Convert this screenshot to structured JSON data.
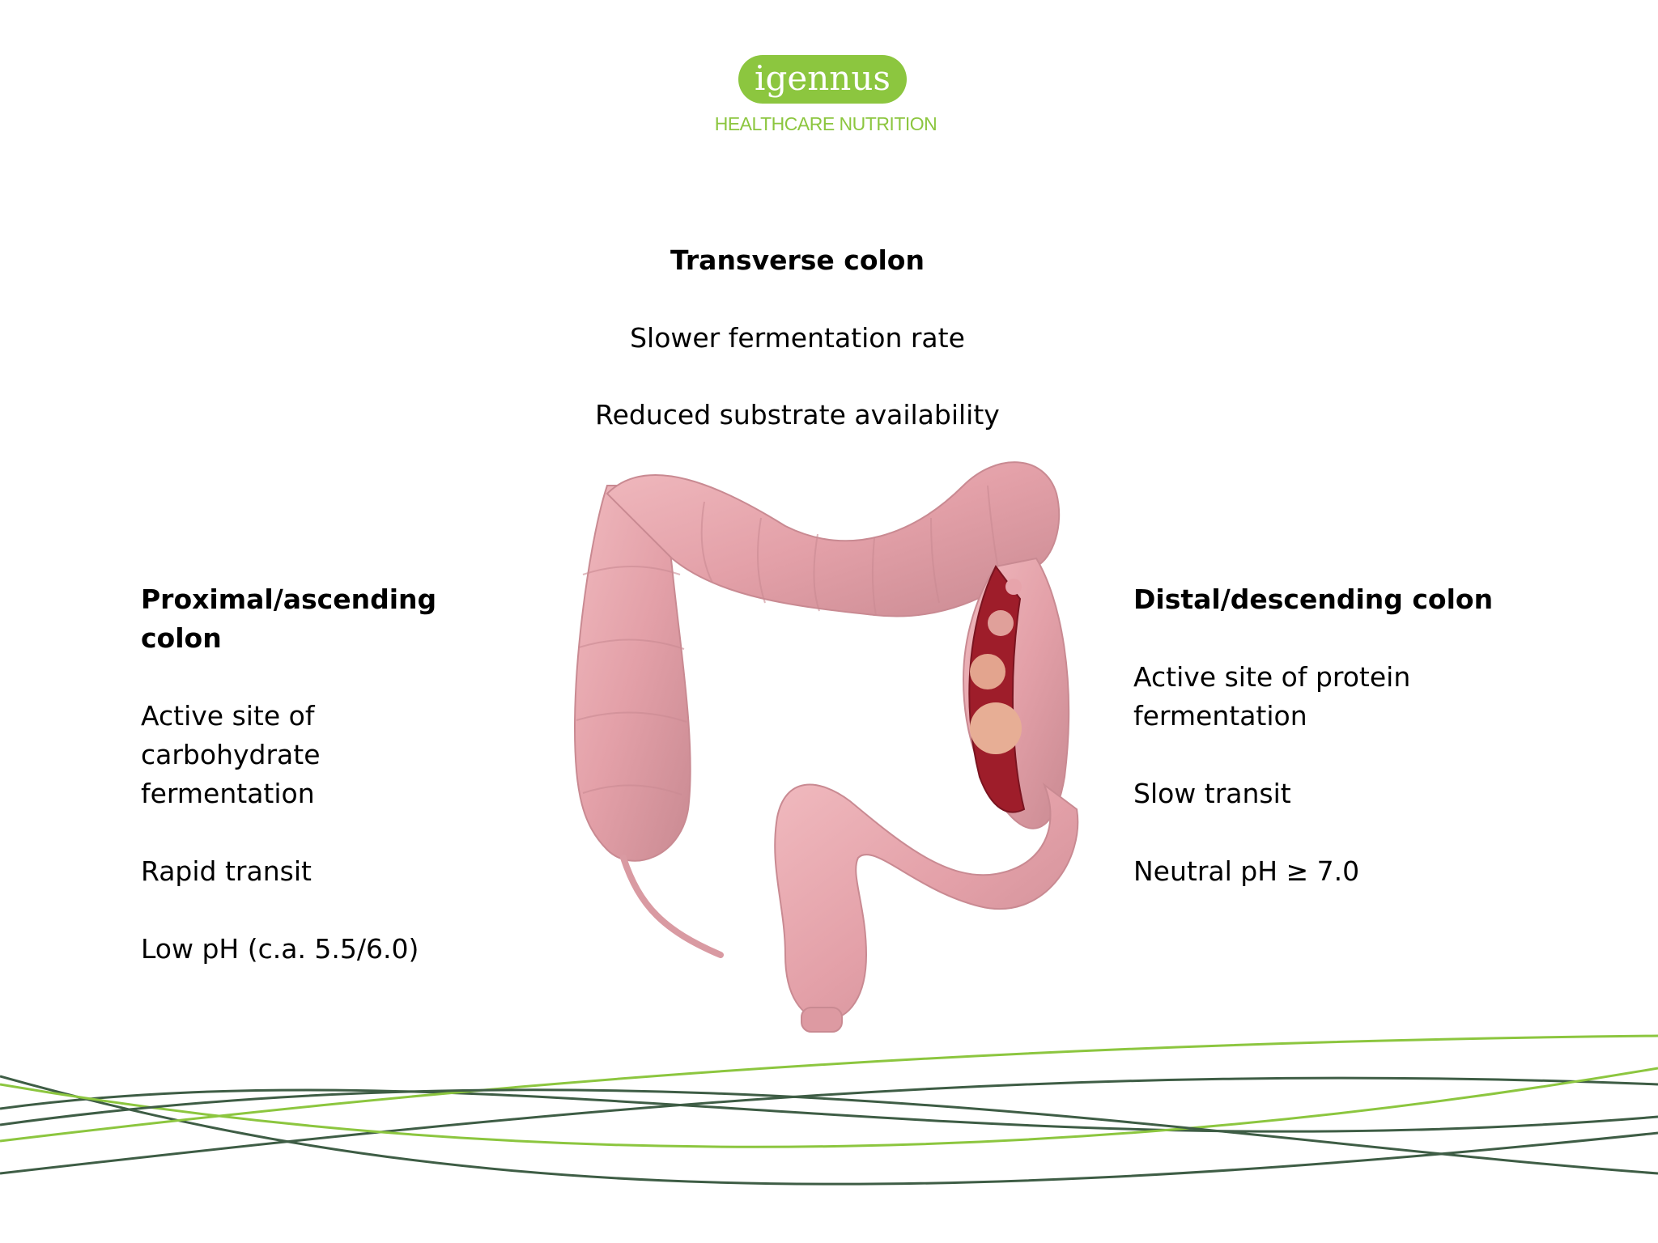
{
  "logo": {
    "brand": "igennus",
    "tagline": "HEALTHCARE NUTRITION",
    "color": "#8cc63f"
  },
  "transverse": {
    "heading": "Transverse colon",
    "lines": [
      "Slower fermentation rate",
      "Reduced substrate availability"
    ]
  },
  "proximal": {
    "heading": "Proximal/ascending colon",
    "line1": "Active site of carbohydrate fermentation",
    "line2": "Rapid transit",
    "line3": "Low pH (c.a. 5.5/6.0)"
  },
  "distal": {
    "heading": "Distal/descending colon",
    "line1": "Active site of protein fermentation",
    "line2": "Slow transit",
    "line3": "Neutral pH ≥ 7.0"
  },
  "colors": {
    "colon_pink": "#e7a4ab",
    "colon_dark": "#c97880",
    "colon_interior": "#9e1d2a",
    "wave_green": "#8cc63f",
    "wave_dark": "#3e5d45"
  }
}
